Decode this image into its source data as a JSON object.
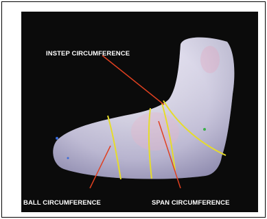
{
  "labels": {
    "instep": "INSTEP CIRCUMFERENCE",
    "ball": "BALL CIRCUMFERENCE",
    "span": "SPAN CIRCUMFERENCE"
  },
  "colors": {
    "background": "#0b0b0b",
    "foot": "#d9d4ea",
    "measurement_lines": "#e6dc2a",
    "pointer_lines": "#e04020",
    "label_text": "#ffffff"
  }
}
